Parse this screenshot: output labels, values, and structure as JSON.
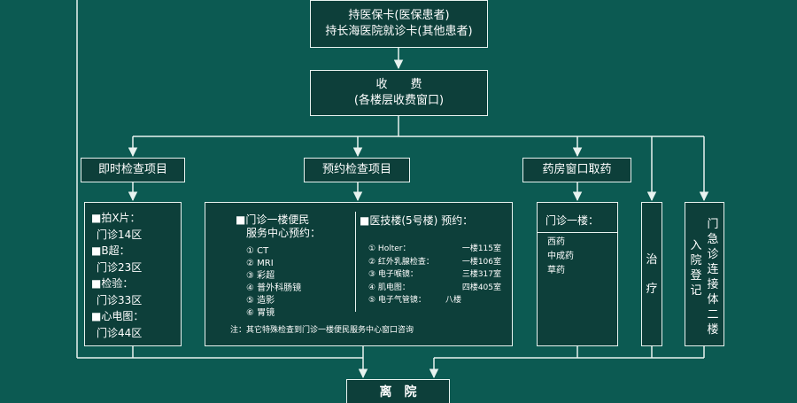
{
  "header": {
    "line1": "持医保卡(医保患者)",
    "line2": "持长海医院就诊卡(其他患者)"
  },
  "fee": {
    "line1": "收　　费",
    "line2": "(各楼层收费窗口)"
  },
  "categories": {
    "immediate": "即时检查项目",
    "appointment": "预约检查项目",
    "pharmacy": "药房窗口取药"
  },
  "immediate_items": [
    {
      "name": "■拍X片：",
      "loc": "门诊14区"
    },
    {
      "name": "■B超：",
      "loc": "门诊23区"
    },
    {
      "name": "■检验：",
      "loc": "门诊33区"
    },
    {
      "name": "■心电图：",
      "loc": "门诊44区"
    }
  ],
  "appointment": {
    "left_title_1": "■门诊一楼便民",
    "left_title_2": "服务中心预约：",
    "left_items": [
      "① CT",
      "② MRI",
      "③ 彩超",
      "④ 普外科肠镜",
      "⑤ 造影",
      "⑥ 胃镜"
    ],
    "right_title": "■医技楼(5号楼) 预约：",
    "right_items": [
      {
        "name": "① Holter：",
        "loc": "一楼115室"
      },
      {
        "name": "② 红外乳腺检查：",
        "loc": "一楼106室"
      },
      {
        "name": "③ 电子喉镜：",
        "loc": "三楼317室"
      },
      {
        "name": "④ 肌电图：",
        "loc": "四楼405室"
      },
      {
        "name": "⑤ 电子气管镜：",
        "loc": "八楼"
      }
    ],
    "note": "注：其它特殊检查到门诊一楼便民服务中心窗口咨询"
  },
  "pharmacy": {
    "title": "门诊一楼：",
    "items": [
      "西药",
      "中成药",
      "草药"
    ]
  },
  "treatment": [
    "治",
    "疗"
  ],
  "admission": {
    "col_a": [
      "入",
      "院",
      "登",
      "记"
    ],
    "col_b": [
      "门",
      "急",
      "诊",
      "连",
      "接",
      "体",
      "二",
      "楼"
    ]
  },
  "discharge": "离　院",
  "colors": {
    "background": "#0c5a52",
    "box_fill": "#0d3f3a",
    "line": "#e8f3f0"
  }
}
